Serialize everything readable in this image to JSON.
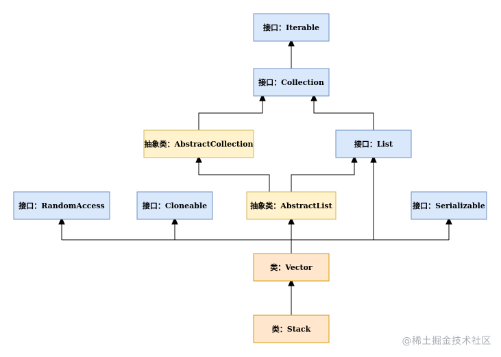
{
  "nodes": {
    "iterable": {
      "label": "接口：Iterable"
    },
    "collection": {
      "label": "接口：Collection"
    },
    "abstract_collection": {
      "label": "抽象类：AbstractCollection"
    },
    "list": {
      "label": "接口：List"
    },
    "random_access": {
      "label": "接口：RandomAccess"
    },
    "cloneable": {
      "label": "接口：Cloneable"
    },
    "abstract_list": {
      "label": "抽象类：AbstractList"
    },
    "serializable": {
      "label": "接口：Serializable"
    },
    "vector": {
      "label": "类：Vector"
    },
    "stack": {
      "label": "类：Stack"
    }
  },
  "colors": {
    "interface_fill": "#dae8fc",
    "interface_border": "#6c8ebf",
    "abstract_fill": "#fff2cc",
    "abstract_border": "#d6b656",
    "class_fill": "#ffe6cc",
    "class_border": "#d79b00",
    "edge": "#000000"
  },
  "watermark": "@稀土掘金技术社区"
}
